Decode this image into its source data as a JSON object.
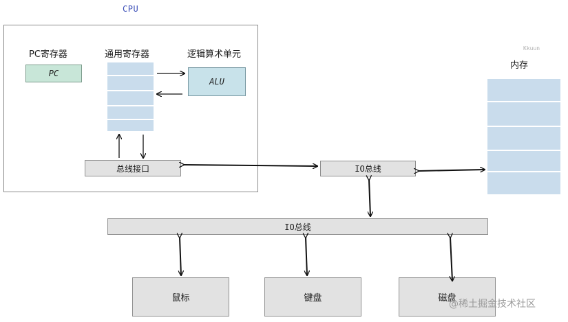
{
  "cpu": {
    "title": "CPU",
    "pc_register_label": "PC寄存器",
    "pc_box_text": "PC",
    "general_registers_label": "通用寄存器",
    "alu_label": "逻辑算术单元",
    "alu_box_text": "ALU",
    "bus_interface_text": "总线接口"
  },
  "memory": {
    "label": "内存",
    "scribble": "Kkuun"
  },
  "io_bus_small": {
    "text": "IO总线"
  },
  "io_bus_main": {
    "text": "IO总线"
  },
  "devices": [
    {
      "text": "鼠标"
    },
    {
      "text": "键盘"
    },
    {
      "text": "磁盘"
    }
  ],
  "watermark": "@稀土掘金技术社区",
  "colors": {
    "cpu_title": "#3c4fb8",
    "register_fill": "#c9dcec",
    "pc_fill": "#c8e6d8",
    "alu_fill": "#c8e2ea",
    "bus_fill": "#e2e2e2"
  }
}
